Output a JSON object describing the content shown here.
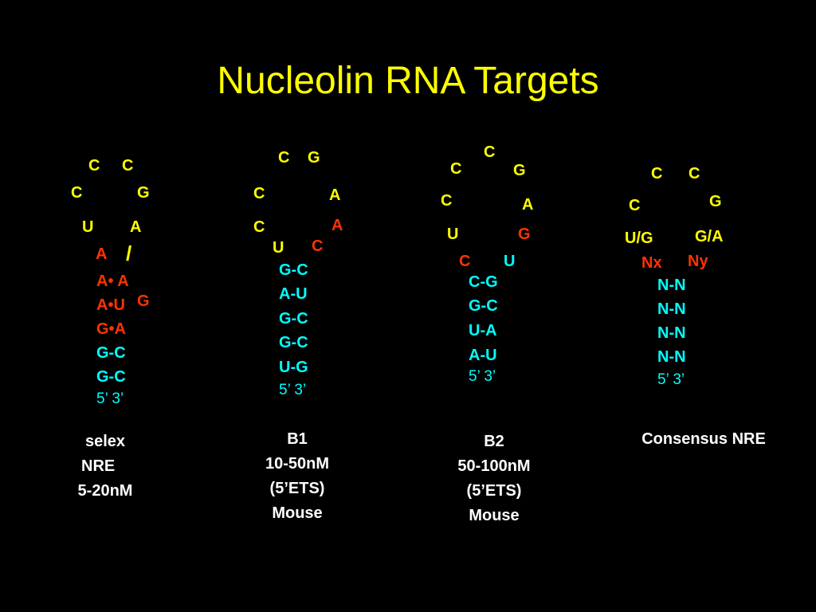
{
  "title": "Nucleolin RNA Targets",
  "colors": {
    "background": "#000000",
    "loop": "#ffff00",
    "noncanonical": "#ff3300",
    "stem": "#00ffff",
    "caption": "#ffffff"
  },
  "structures": {
    "selex": {
      "loop_top_left": "C",
      "loop_top_right": "C",
      "loop_mid_left": "C",
      "loop_mid_right": "G",
      "loop_low_left": "U",
      "loop_low_right": "A",
      "bulge": "A",
      "slash": "/",
      "pair1": "A• A",
      "pair2": "A•U",
      "bulge_g": "G",
      "pair3": "G•A",
      "stem1": "G-C",
      "stem2": "G-C",
      "ends": "5’ 3’",
      "caption_line1": "selex",
      "caption_line2": "NRE",
      "caption_line3": "5-20nM"
    },
    "b1": {
      "loop_top_left": "C",
      "loop_top_right": "G",
      "loop_mid_left": "C",
      "loop_mid_right": "A",
      "loop_low_left": "C",
      "loop_low_right": "A",
      "loop_base_left": "U",
      "loop_base_right": "C",
      "stem1": "G-C",
      "stem2": "A-U",
      "stem3": "G-C",
      "stem4": "G-C",
      "stem5": "U-G",
      "ends": "5’ 3’",
      "caption_line1": "B1",
      "caption_line2": "10-50nM",
      "caption_line3": "(5’ETS)",
      "caption_line4": "Mouse"
    },
    "b2": {
      "loop_top": "C",
      "loop_upper_left": "C",
      "loop_upper_right": "G",
      "loop_mid_left": "C",
      "loop_mid_right": "A",
      "loop_low_left": "U",
      "loop_low_right": "G",
      "loop_base_left": "C",
      "loop_base_right": "U",
      "stem1": "C-G",
      "stem2": "G-C",
      "stem3": "U-A",
      "stem4": "A-U",
      "ends": "5’ 3’",
      "caption_line1": "B2",
      "caption_line2": "50-100nM",
      "caption_line3": "(5’ETS)",
      "caption_line4": "Mouse"
    },
    "consensus": {
      "loop_top_left": "C",
      "loop_top_right": "C",
      "loop_mid_left": "C",
      "loop_mid_right": "G",
      "loop_low_left": "U/G",
      "loop_low_right": "G/A",
      "nx": "Nx",
      "ny": "Ny",
      "stem1": "N-N",
      "stem2": "N-N",
      "stem3": "N-N",
      "stem4": "N-N",
      "ends": "5’ 3’",
      "caption": "Consensus NRE"
    }
  }
}
